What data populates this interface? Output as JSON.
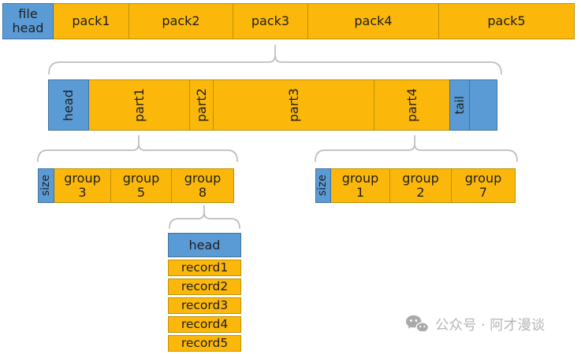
{
  "diagram": {
    "top_row": {
      "file_head": {
        "line1": "file",
        "line2": "head"
      },
      "packs": [
        "pack1",
        "pack2",
        "pack3",
        "pack4",
        "pack5"
      ]
    },
    "pack_detail_row": {
      "head": "head",
      "parts": [
        "part1",
        "part2",
        "part3",
        "part4"
      ],
      "tail": "tail"
    },
    "left_group_row": {
      "size": "size",
      "groups": [
        {
          "word": "group",
          "num": "3"
        },
        {
          "word": "group",
          "num": "5"
        },
        {
          "word": "group",
          "num": "8"
        }
      ]
    },
    "right_group_row": {
      "size": "size",
      "groups": [
        {
          "word": "group",
          "num": "1"
        },
        {
          "word": "group",
          "num": "2"
        },
        {
          "word": "group",
          "num": "7"
        }
      ]
    },
    "record_stack": {
      "head": "head",
      "records": [
        "record1",
        "record2",
        "record3",
        "record4",
        "record5"
      ]
    }
  },
  "watermark": {
    "label": "公众号 · 阿才漫谈"
  },
  "colors": {
    "orange": "#FBB80B",
    "orange_border": "#BF9000",
    "blue": "#5B9BD5",
    "blue_border": "#41719C",
    "brace": "#BDBDBD",
    "text": "#1E1E1E",
    "watermark_gray": "#B5B5B5"
  }
}
